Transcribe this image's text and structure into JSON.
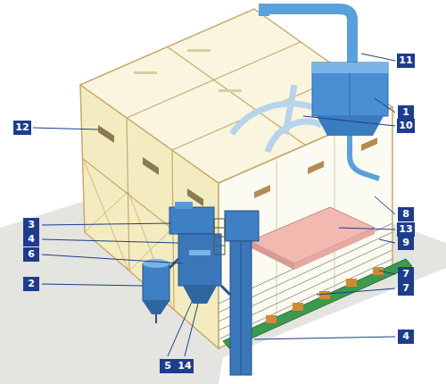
{
  "diagram": {
    "labels": [
      "11",
      "1",
      "12",
      "10",
      "8",
      "3",
      "13",
      "4",
      "9",
      "6",
      "7",
      "2",
      "7",
      "4",
      "5",
      "14"
    ]
  }
}
